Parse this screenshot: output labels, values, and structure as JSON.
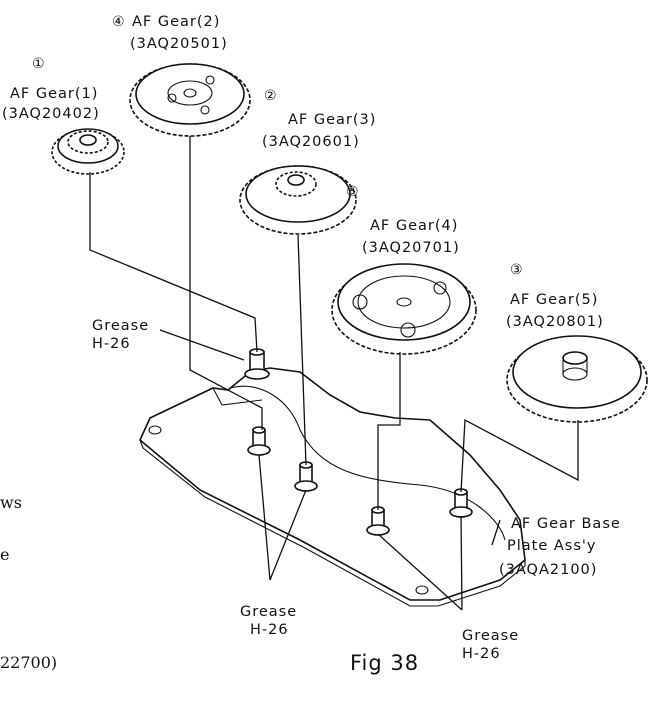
{
  "gears": [
    {
      "circle_no": "①",
      "name": "AF Gear(1)",
      "code": "(3AQ20402)"
    },
    {
      "circle_no": "④",
      "name": "AF Gear(2)",
      "code": "(3AQ20501)"
    },
    {
      "circle_no": "②",
      "name": "AF Gear(3)",
      "code": "(3AQ20601)"
    },
    {
      "circle_no": "⑤",
      "name": "AF Gear(4)",
      "code": "(3AQ20701)"
    },
    {
      "circle_no": "③",
      "name": "AF Gear(5)",
      "code": "(3AQ20801)"
    }
  ],
  "base_plate": {
    "line1": "AF Gear Base",
    "line2": "Plate Ass'y",
    "code": "(3AQA2100)"
  },
  "grease_labels": [
    {
      "line1": "Grease",
      "line2": "H-26"
    },
    {
      "line1": "Grease",
      "line2": "H-26"
    },
    {
      "line1": "Grease",
      "line2": "H-26"
    }
  ],
  "left_margin_fragments": {
    "f1": "ws",
    "f2": "e",
    "f3": "22700)"
  },
  "figure_caption": "Fig 38",
  "colors": {
    "ink": "#111111",
    "paper": "#ffffff"
  }
}
